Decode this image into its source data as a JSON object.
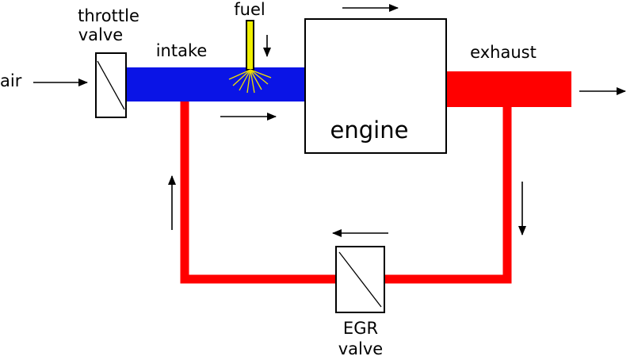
{
  "labels": {
    "throttle_valve": [
      "throttle",
      "valve"
    ],
    "fuel": "fuel",
    "intake": "intake",
    "exhaust": "exhaust",
    "air": "air",
    "engine": "engine",
    "egr_valve": [
      "EGR",
      "valve"
    ]
  },
  "colors": {
    "intake": "#0a14e6",
    "exhaust": "#ff0000",
    "fuel": "#f0f000",
    "spray": "#f0e000",
    "stroke": "#000000"
  }
}
